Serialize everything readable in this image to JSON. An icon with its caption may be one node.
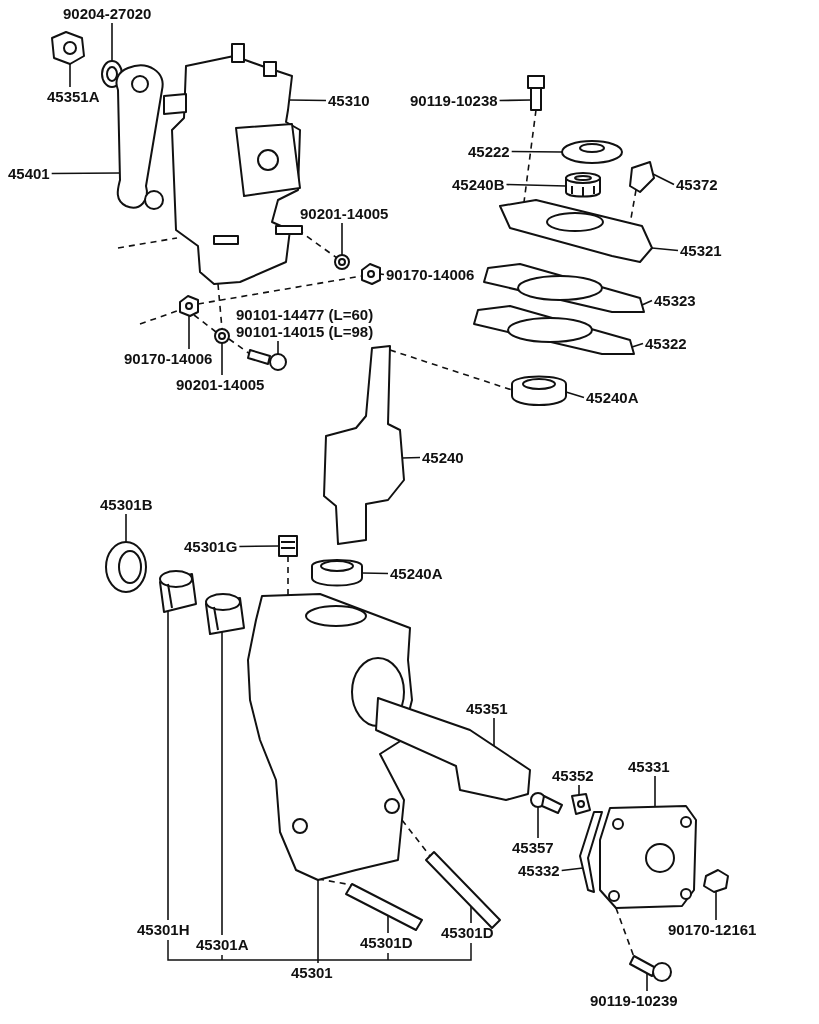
{
  "diagram": {
    "nodes": [
      {
        "text": [
          "90204-27020"
        ]
      },
      {
        "text": [
          "45351A"
        ]
      },
      {
        "text": [
          "45310"
        ]
      },
      {
        "text": [
          "45401"
        ]
      },
      {
        "text": [
          "90201-14005"
        ]
      },
      {
        "text": [
          "90170-14006"
        ]
      },
      {
        "text": [
          "90101-14477 (L=60)",
          "90101-14015 (L=98)"
        ]
      },
      {
        "text": [
          "90170-14006"
        ]
      },
      {
        "text": [
          "90201-14005"
        ]
      },
      {
        "text": [
          "90119-10238"
        ]
      },
      {
        "text": [
          "45222"
        ]
      },
      {
        "text": [
          "45240B"
        ]
      },
      {
        "text": [
          "45372"
        ]
      },
      {
        "text": [
          "45321"
        ]
      },
      {
        "text": [
          "45323"
        ]
      },
      {
        "text": [
          "45322"
        ]
      },
      {
        "text": [
          "45240A"
        ]
      },
      {
        "text": [
          "45240"
        ]
      },
      {
        "text": [
          "45301B"
        ]
      },
      {
        "text": [
          "45301G"
        ]
      },
      {
        "text": [
          "45240A"
        ]
      },
      {
        "text": [
          "45351"
        ]
      },
      {
        "text": [
          "45352"
        ]
      },
      {
        "text": [
          "45331"
        ]
      },
      {
        "text": [
          "45357"
        ]
      },
      {
        "text": [
          "45332"
        ]
      },
      {
        "text": [
          "90170-12161"
        ]
      },
      {
        "text": [
          "45301H"
        ]
      },
      {
        "text": [
          "45301D"
        ]
      },
      {
        "text": [
          "45301A"
        ]
      },
      {
        "text": [
          "45301D"
        ]
      },
      {
        "text": [
          "45301"
        ]
      },
      {
        "text": [
          "90119-10239"
        ]
      },
      {
        "text": [],
        "shape": "picture"
      },
      {
        "text": [],
        "shape": "picture"
      },
      {
        "text": [],
        "shape": "picture"
      },
      {
        "text": [],
        "shape": "picture"
      },
      {
        "text": [],
        "shape": "picture"
      },
      {
        "text": [],
        "shape": "picture"
      },
      {
        "text": [],
        "shape": "picture"
      },
      {
        "text": [],
        "shape": "picture"
      },
      {
        "text": [],
        "shape": "picture"
      },
      {
        "text": [],
        "shape": "picture"
      },
      {
        "text": [],
        "shape": "picture"
      },
      {
        "text": [],
        "shape": "picture"
      },
      {
        "text": [],
        "shape": "picture"
      },
      {
        "text": [],
        "shape": "picture"
      },
      {
        "text": [],
        "shape": "picture"
      },
      {
        "text": [],
        "shape": "picture"
      },
      {
        "text": [],
        "shape": "picture"
      },
      {
        "text": [],
        "shape": "picture"
      },
      {
        "text": [],
        "shape": "picture"
      },
      {
        "text": [],
        "shape": "picture"
      },
      {
        "text": [],
        "shape": "picture"
      },
      {
        "text": [],
        "shape": "picture"
      },
      {
        "text": [],
        "shape": "picture"
      },
      {
        "text": [],
        "shape": "picture"
      },
      {
        "text": [],
        "shape": "picture"
      },
      {
        "text": [],
        "shape": "picture"
      },
      {
        "text": [],
        "shape": "picture"
      },
      {
        "text": [],
        "shape": "picture"
      },
      {
        "text": [],
        "shape": "picture"
      },
      {
        "text": [],
        "shape": "picture"
      },
      {
        "text": [],
        "shape": "picture"
      },
      {
        "text": [],
        "shape": "picture"
      },
      {
        "text": [],
        "shape": "picture"
      }
    ],
    "edges": [
      {
        "from": 0,
        "to": 34,
        "arrow": "none"
      },
      {
        "from": 1,
        "to": 33,
        "arrow": "none"
      },
      {
        "from": 2,
        "to": 36,
        "arrow": "none"
      },
      {
        "from": 3,
        "to": 35,
        "arrow": "none"
      },
      {
        "from": 4,
        "to": 37,
        "arrow": "none"
      },
      {
        "from": 5,
        "to": 38,
        "arrow": "none"
      },
      {
        "from": 6,
        "to": 41,
        "arrow": "none"
      },
      {
        "from": 7,
        "to": 39,
        "arrow": "none"
      },
      {
        "from": 8,
        "to": 40,
        "arrow": "none"
      },
      {
        "from": 9,
        "to": 42,
        "arrow": "none"
      },
      {
        "from": 10,
        "to": 43,
        "arrow": "none"
      },
      {
        "from": 11,
        "to": 44,
        "arrow": "none"
      },
      {
        "from": 12,
        "to": 45,
        "arrow": "none"
      },
      {
        "from": 13,
        "to": 46,
        "arrow": "none"
      },
      {
        "from": 14,
        "to": 47,
        "arrow": "none"
      },
      {
        "from": 15,
        "to": 48,
        "arrow": "none"
      },
      {
        "from": 16,
        "to": 49,
        "arrow": "none"
      },
      {
        "from": 17,
        "to": 50,
        "arrow": "none"
      },
      {
        "from": 18,
        "to": 51,
        "arrow": "none"
      },
      {
        "from": 19,
        "to": 54,
        "arrow": "none"
      },
      {
        "from": 20,
        "to": 55,
        "arrow": "none"
      },
      {
        "from": 21,
        "to": 57,
        "arrow": "none"
      },
      {
        "from": 22,
        "to": 59,
        "arrow": "none"
      },
      {
        "from": 23,
        "to": 61,
        "arrow": "none"
      },
      {
        "from": 24,
        "to": 58,
        "arrow": "none"
      },
      {
        "from": 25,
        "to": 60,
        "arrow": "none"
      },
      {
        "from": 26,
        "to": 62,
        "arrow": "none"
      },
      {
        "from": 27,
        "to": 52,
        "arrow": "none"
      },
      {
        "from": 28,
        "to": 64,
        "arrow": "none"
      },
      {
        "from": 29,
        "to": 53,
        "arrow": "none"
      },
      {
        "from": 30,
        "to": 65,
        "arrow": "none"
      },
      {
        "from": 31,
        "to": 56,
        "arrow": "none"
      },
      {
        "from": 32,
        "to": 63,
        "arrow": "none"
      },
      {
        "from": null,
        "to": 36,
        "arrow": "none",
        "style": "dashed"
      },
      {
        "from": 36,
        "to": 37,
        "arrow": "none",
        "style": "dashed"
      },
      {
        "from": null,
        "to": 39,
        "arrow": "none",
        "style": "dashed"
      },
      {
        "from": 39,
        "to": 38,
        "arrow": "none",
        "style": "dashed"
      },
      {
        "from": 39,
        "to": 40,
        "arrow": "none",
        "style": "dashed"
      },
      {
        "from": 36,
        "to": 40,
        "arrow": "none",
        "style": "dashed"
      },
      {
        "from": 40,
        "to": 41,
        "arrow": "none",
        "style": "dashed"
      },
      {
        "from": 42,
        "to": 46,
        "arrow": "none",
        "style": "dashed"
      },
      {
        "from": 45,
        "to": 46,
        "arrow": "none",
        "style": "dashed"
      },
      {
        "from": 50,
        "to": 49,
        "arrow": "none",
        "style": "dashed"
      },
      {
        "from": 54,
        "to": 56,
        "arrow": "none",
        "style": "dashed"
      },
      {
        "from": 56,
        "to": 64,
        "arrow": "none",
        "style": "dashed"
      },
      {
        "from": 56,
        "to": 65,
        "arrow": "none",
        "style": "dashed"
      },
      {
        "from": 61,
        "to": 63,
        "arrow": "none",
        "style": "dashed"
      }
    ]
  }
}
